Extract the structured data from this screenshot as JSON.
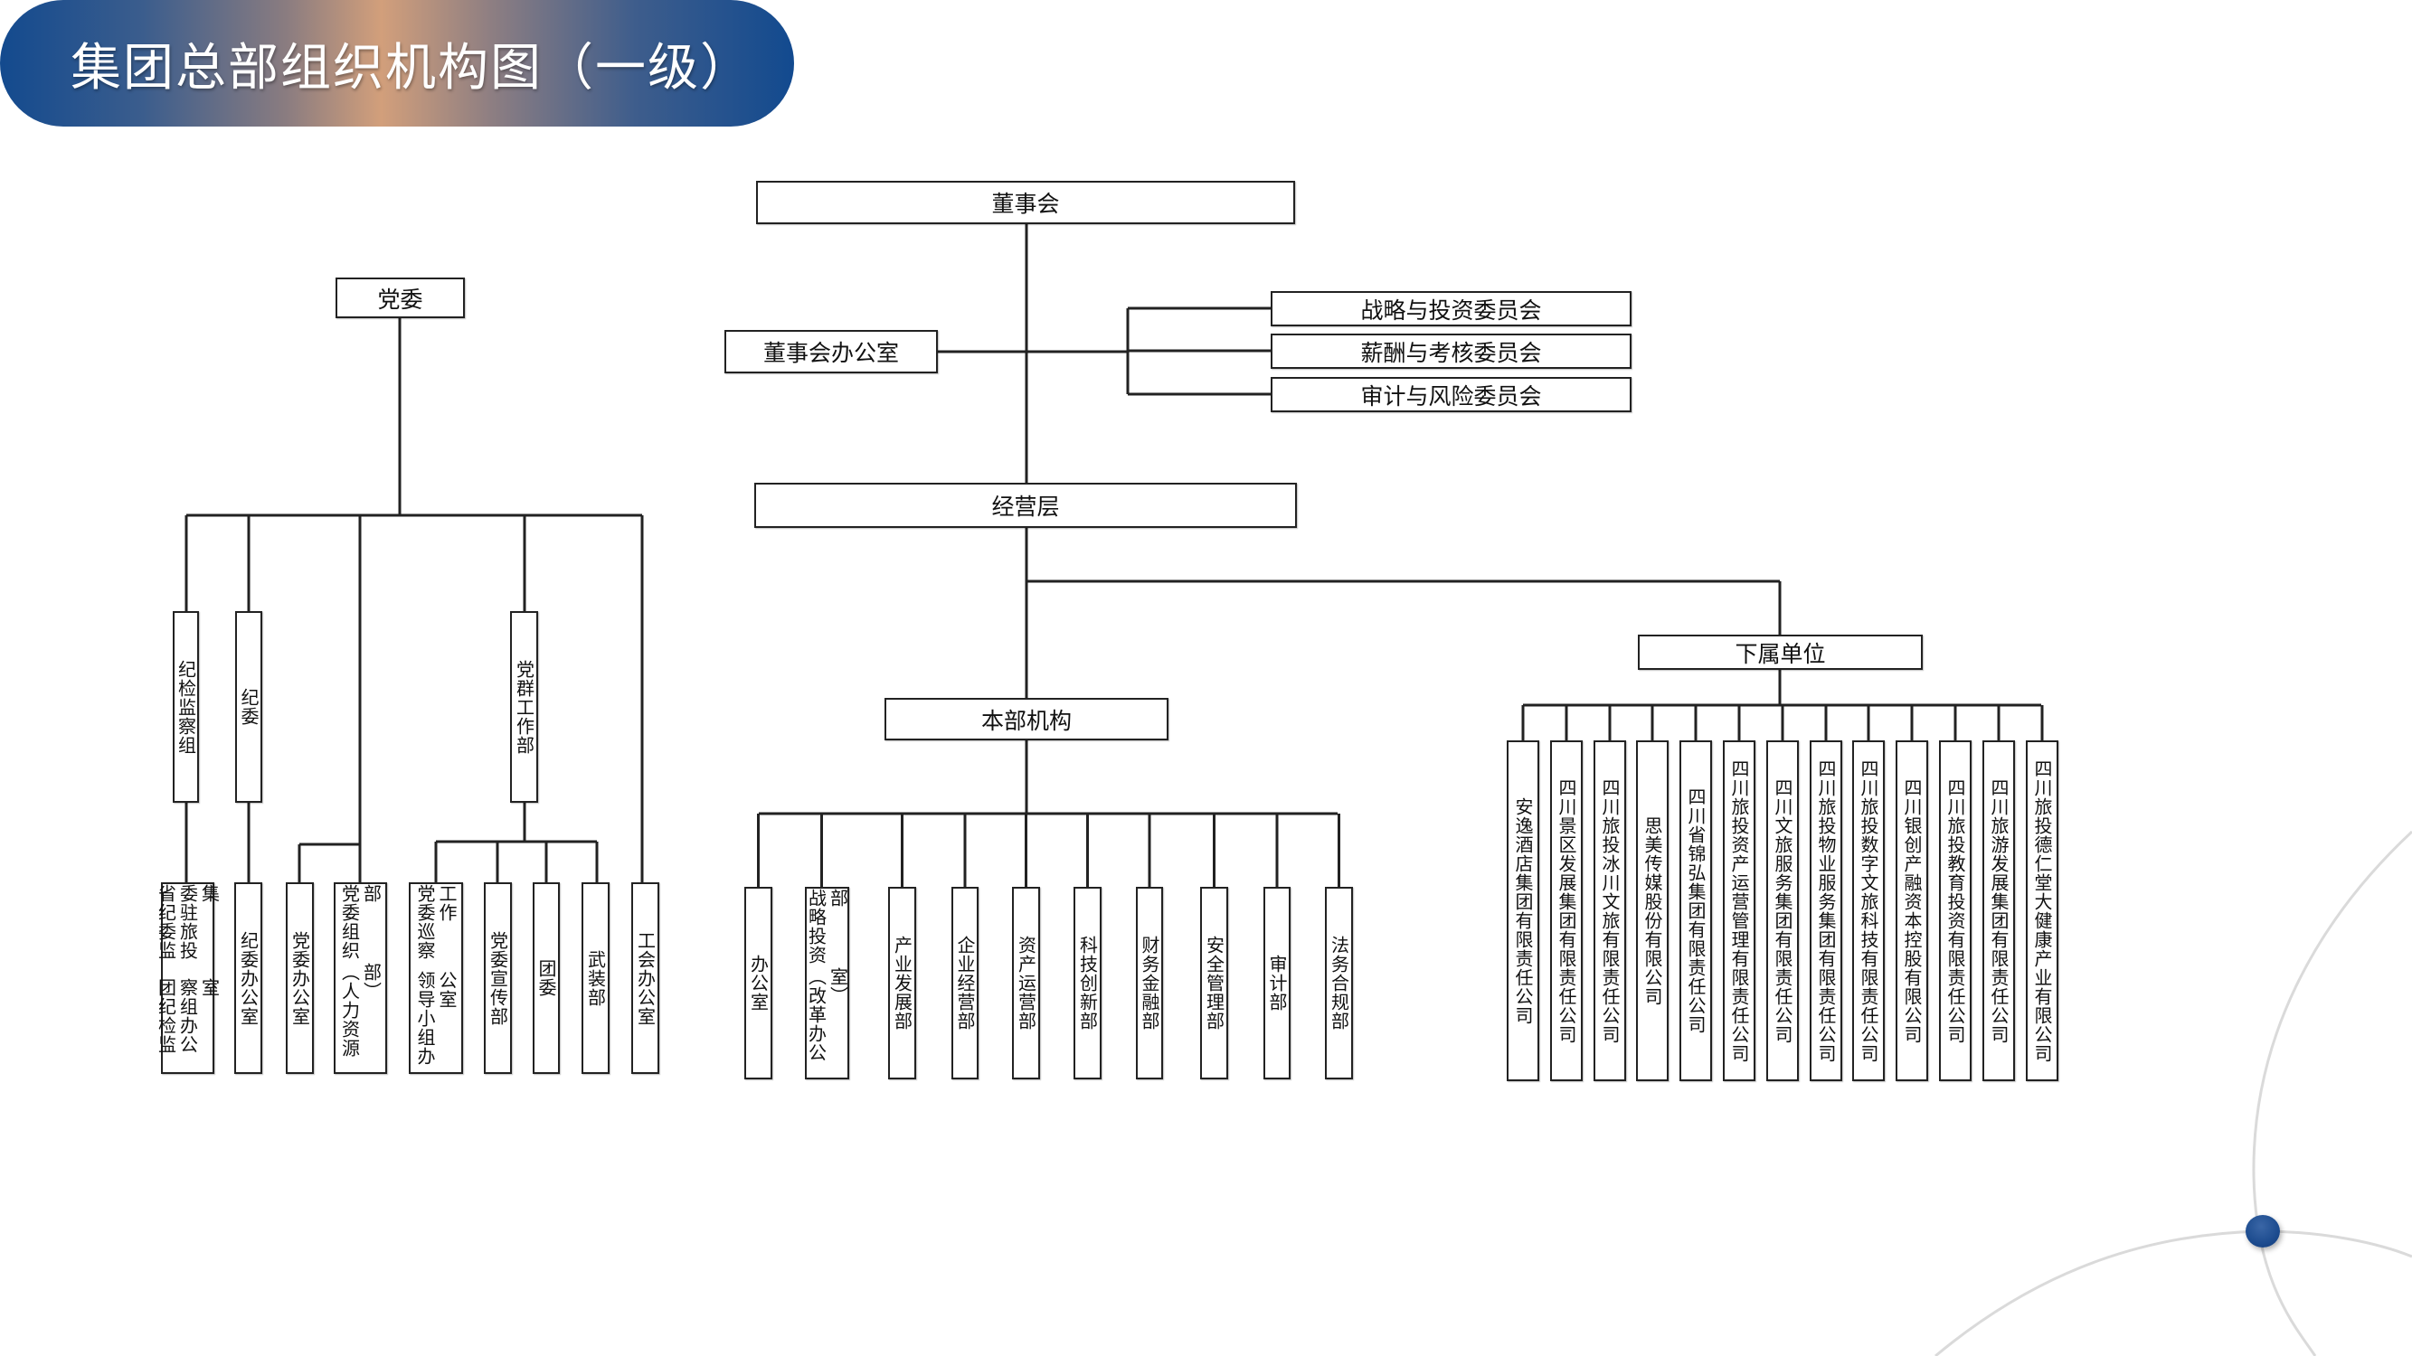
{
  "title": "集团总部组织机构图（一级）",
  "colors": {
    "title_brand_blue": "#134a8e",
    "title_accent_orange": "#d29f7b",
    "line": "#222222",
    "deco_dot": "#1d4c8f"
  },
  "board": {
    "label": "董事会",
    "office": "董事会办公室",
    "committees": [
      "战略与投资委员会",
      "薪酬与考核委员会",
      "审计与风险委员会"
    ]
  },
  "party": {
    "label": "党委",
    "level1": [
      "纪检监察组",
      "纪委",
      "党群工作部"
    ],
    "level2": [
      "省纪委监委驻旅投集团纪检监察组办公室",
      "纪委办公室",
      "党委办公室",
      "党委组织部（人力资源部）",
      "党委巡察工作领导小组办公室",
      "党委宣传部",
      "团委",
      "武装部",
      "工会办公室"
    ]
  },
  "management": {
    "label": "经营层"
  },
  "headquarters": {
    "label": "本部机构",
    "departments": [
      "办公室",
      "战略投资部（改革办公室）",
      "产业发展部",
      "企业经营部",
      "资产运营部",
      "科技创新部",
      "财务金融部",
      "安全管理部",
      "审计部",
      "法务合规部"
    ]
  },
  "subsidiaries": {
    "label": "下属单位",
    "companies": [
      "安逸酒店集团有限责任公司",
      "四川景区发展集团有限责任公司",
      "四川旅投冰川文旅有限责任公司",
      "思美传媒股份有限公司",
      "四川省锦弘集团有限责任公司",
      "四川旅投资产运营管理有限责任公司",
      "四川文旅服务集团有限责任公司",
      "四川旅投物业服务集团有限责任公司",
      "四川旅投数字文旅科技有限责任公司",
      "四川银创产融资本控股有限公司",
      "四川旅投教育投资有限责任公司",
      "四川旅游发展集团有限责任公司",
      "四川旅投德仁堂大健康产业有限公司"
    ]
  }
}
